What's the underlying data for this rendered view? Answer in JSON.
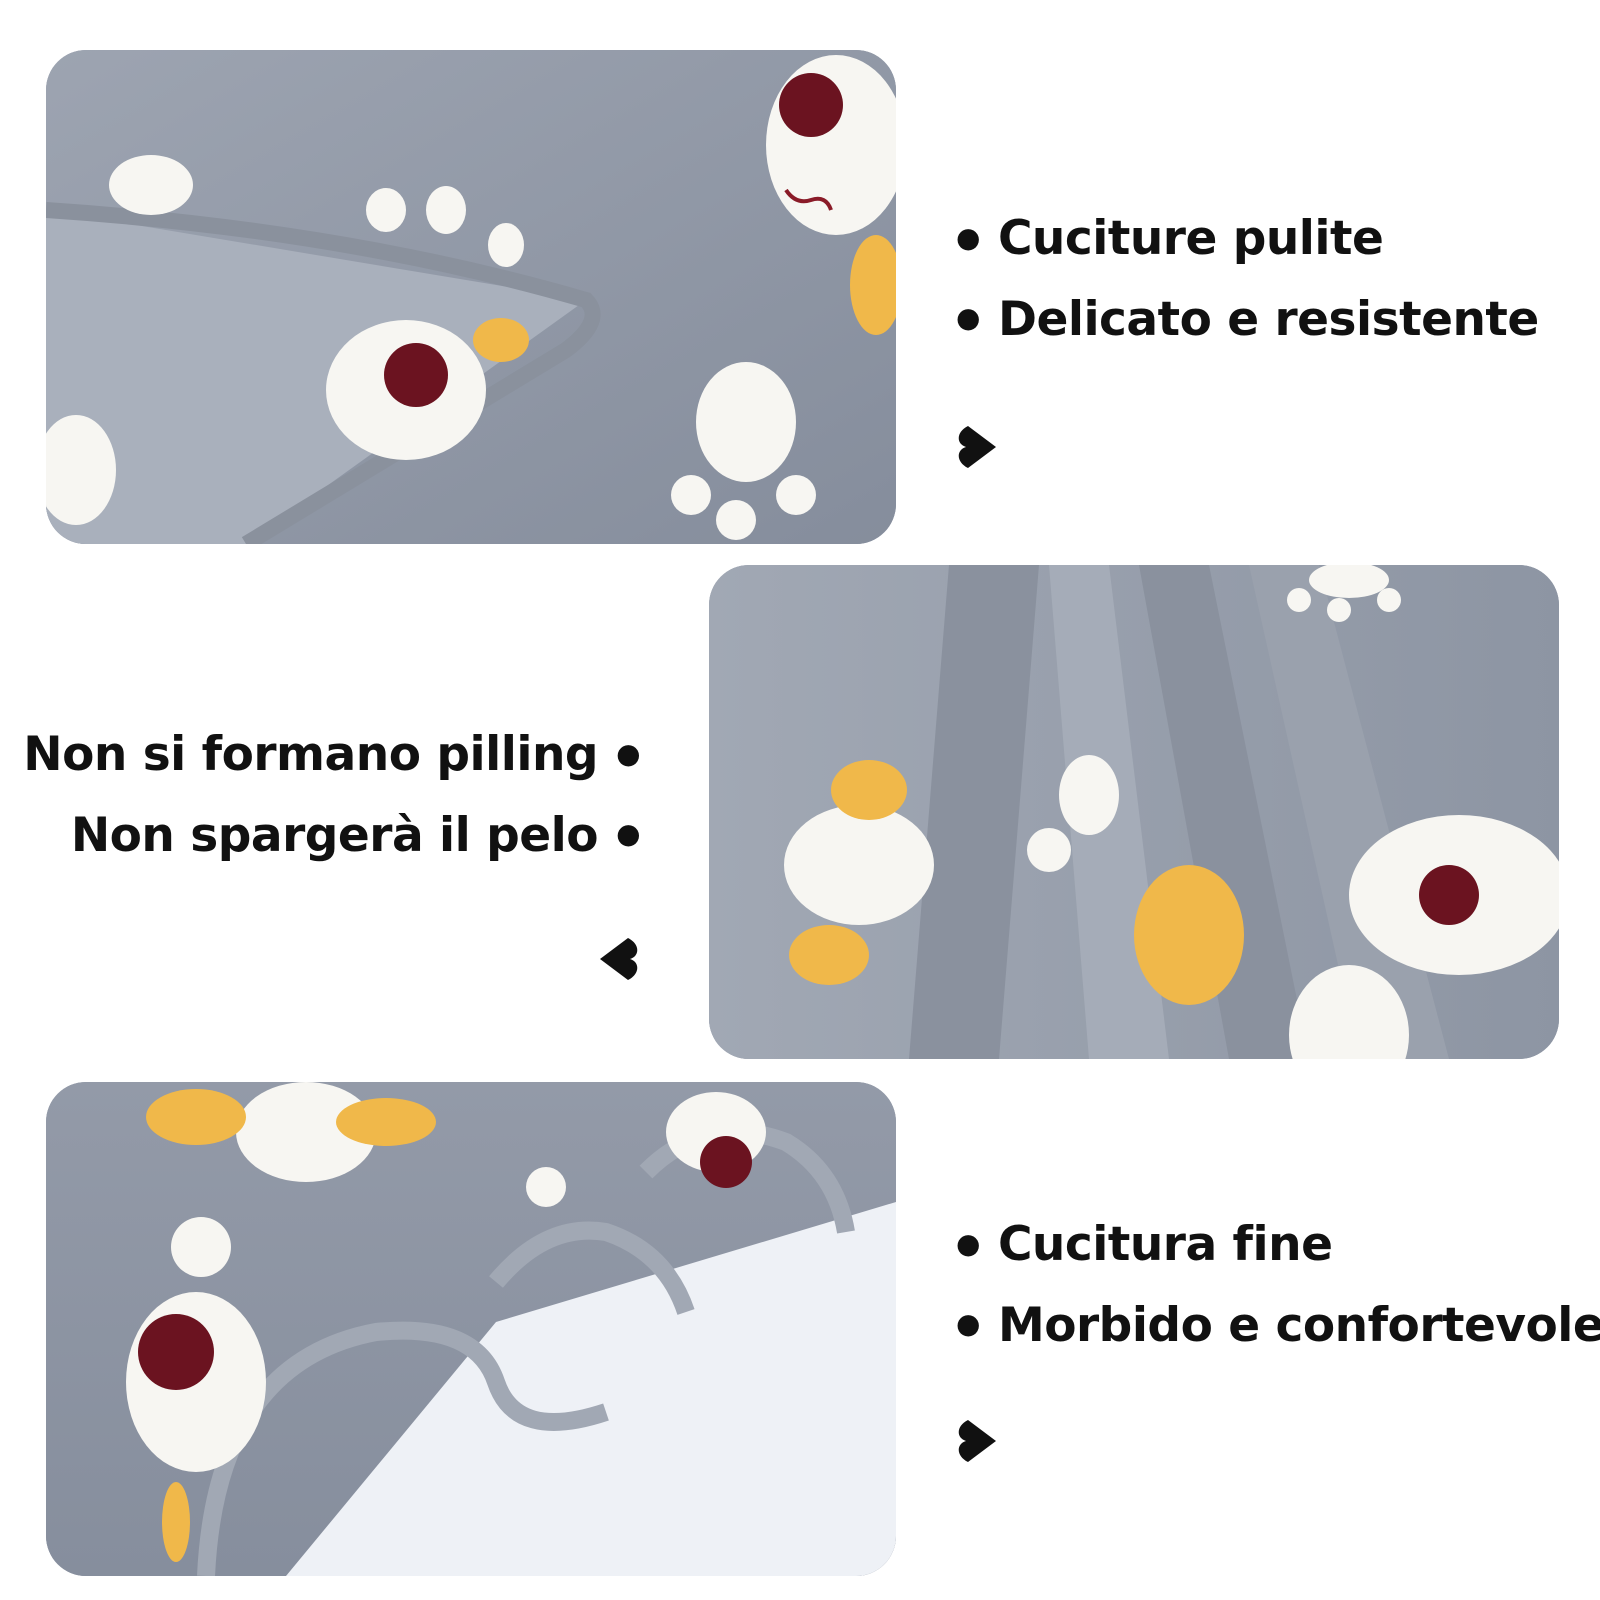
{
  "panels": [
    {
      "image_alt": "photo-folded-blanket-edge",
      "features": [
        "Cuciture pulite",
        "Delicato e resistente"
      ]
    },
    {
      "image_alt": "photo-blanket-folds",
      "features": [
        "Non si formano pilling",
        "Non spargerà il pelo"
      ]
    },
    {
      "image_alt": "photo-blanket-rolls",
      "features": [
        "Cucitura fine",
        "Morbido e confortevole"
      ]
    }
  ],
  "colors": {
    "fleece_gray": "#8f97a6",
    "fleece_light": "#a7aebb",
    "binding": "#9aa1ad",
    "paw_white": "#f7f6f2",
    "dot_maroon": "#6b1320",
    "accent_yellow": "#f0b84a",
    "text": "#111111"
  },
  "icons": {
    "bullet": "bullet-dot-icon",
    "heart": "heart-icon"
  }
}
